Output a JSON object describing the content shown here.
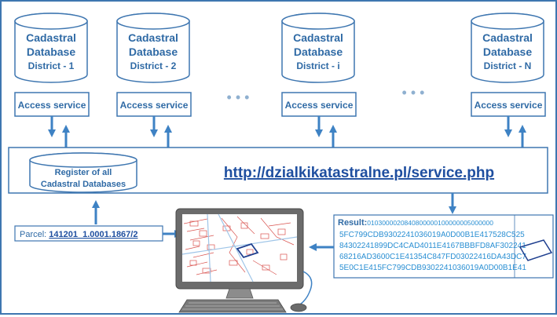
{
  "databases": [
    {
      "line1": "Cadastral",
      "line2": "Database",
      "line3": "District - 1"
    },
    {
      "line1": "Cadastral",
      "line2": "Database",
      "line3": "District - 2"
    },
    {
      "line1": "Cadastral",
      "line2": "Database",
      "line3": "District - i"
    },
    {
      "line1": "Cadastral",
      "line2": "Database",
      "line3": "District - N"
    }
  ],
  "access_service_label": "Access service",
  "ellipsis": "• • •",
  "register": {
    "line1": "Register of all",
    "line2": "Cadastral Databases"
  },
  "service_url": "http://dzialkikatastralne.pl/service.php",
  "parcel": {
    "label": "Parcel: ",
    "id": "141201_1.0001.1867/2"
  },
  "result": {
    "label": "Result:",
    "lines": [
      "0103000020840800000100000005000000",
      "5FC799CDB9302241036019A0D00B1E417528C525",
      "84302241899DC4CAD4011E4167BBBFD8AF302241",
      "68216AD3600C1E41354C847FD03022416DA43DC7",
      "5E0C1E415FC799CDB9302241036019A0D00B1E41"
    ]
  },
  "colors": {
    "border": "#3e76b0",
    "arrow": "#3e82c4",
    "text": "#2f6aa5",
    "map_lines": "#d9534f",
    "parcel": "#1f3f8f",
    "result_text": "#2a8fd3"
  }
}
